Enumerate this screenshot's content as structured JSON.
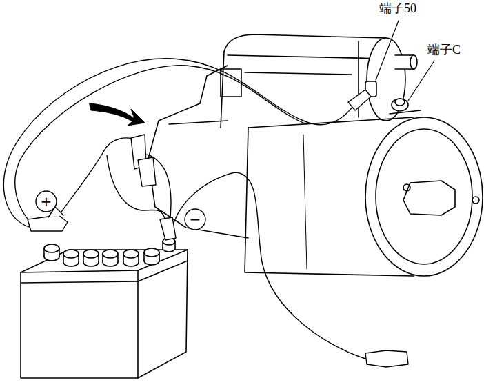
{
  "diagram": {
    "nodes": [
      {
        "text": [
          "+"
        ]
      },
      {
        "text": [
          "−"
        ]
      }
    ],
    "labels": [
      "端子50",
      "端子C"
    ]
  }
}
